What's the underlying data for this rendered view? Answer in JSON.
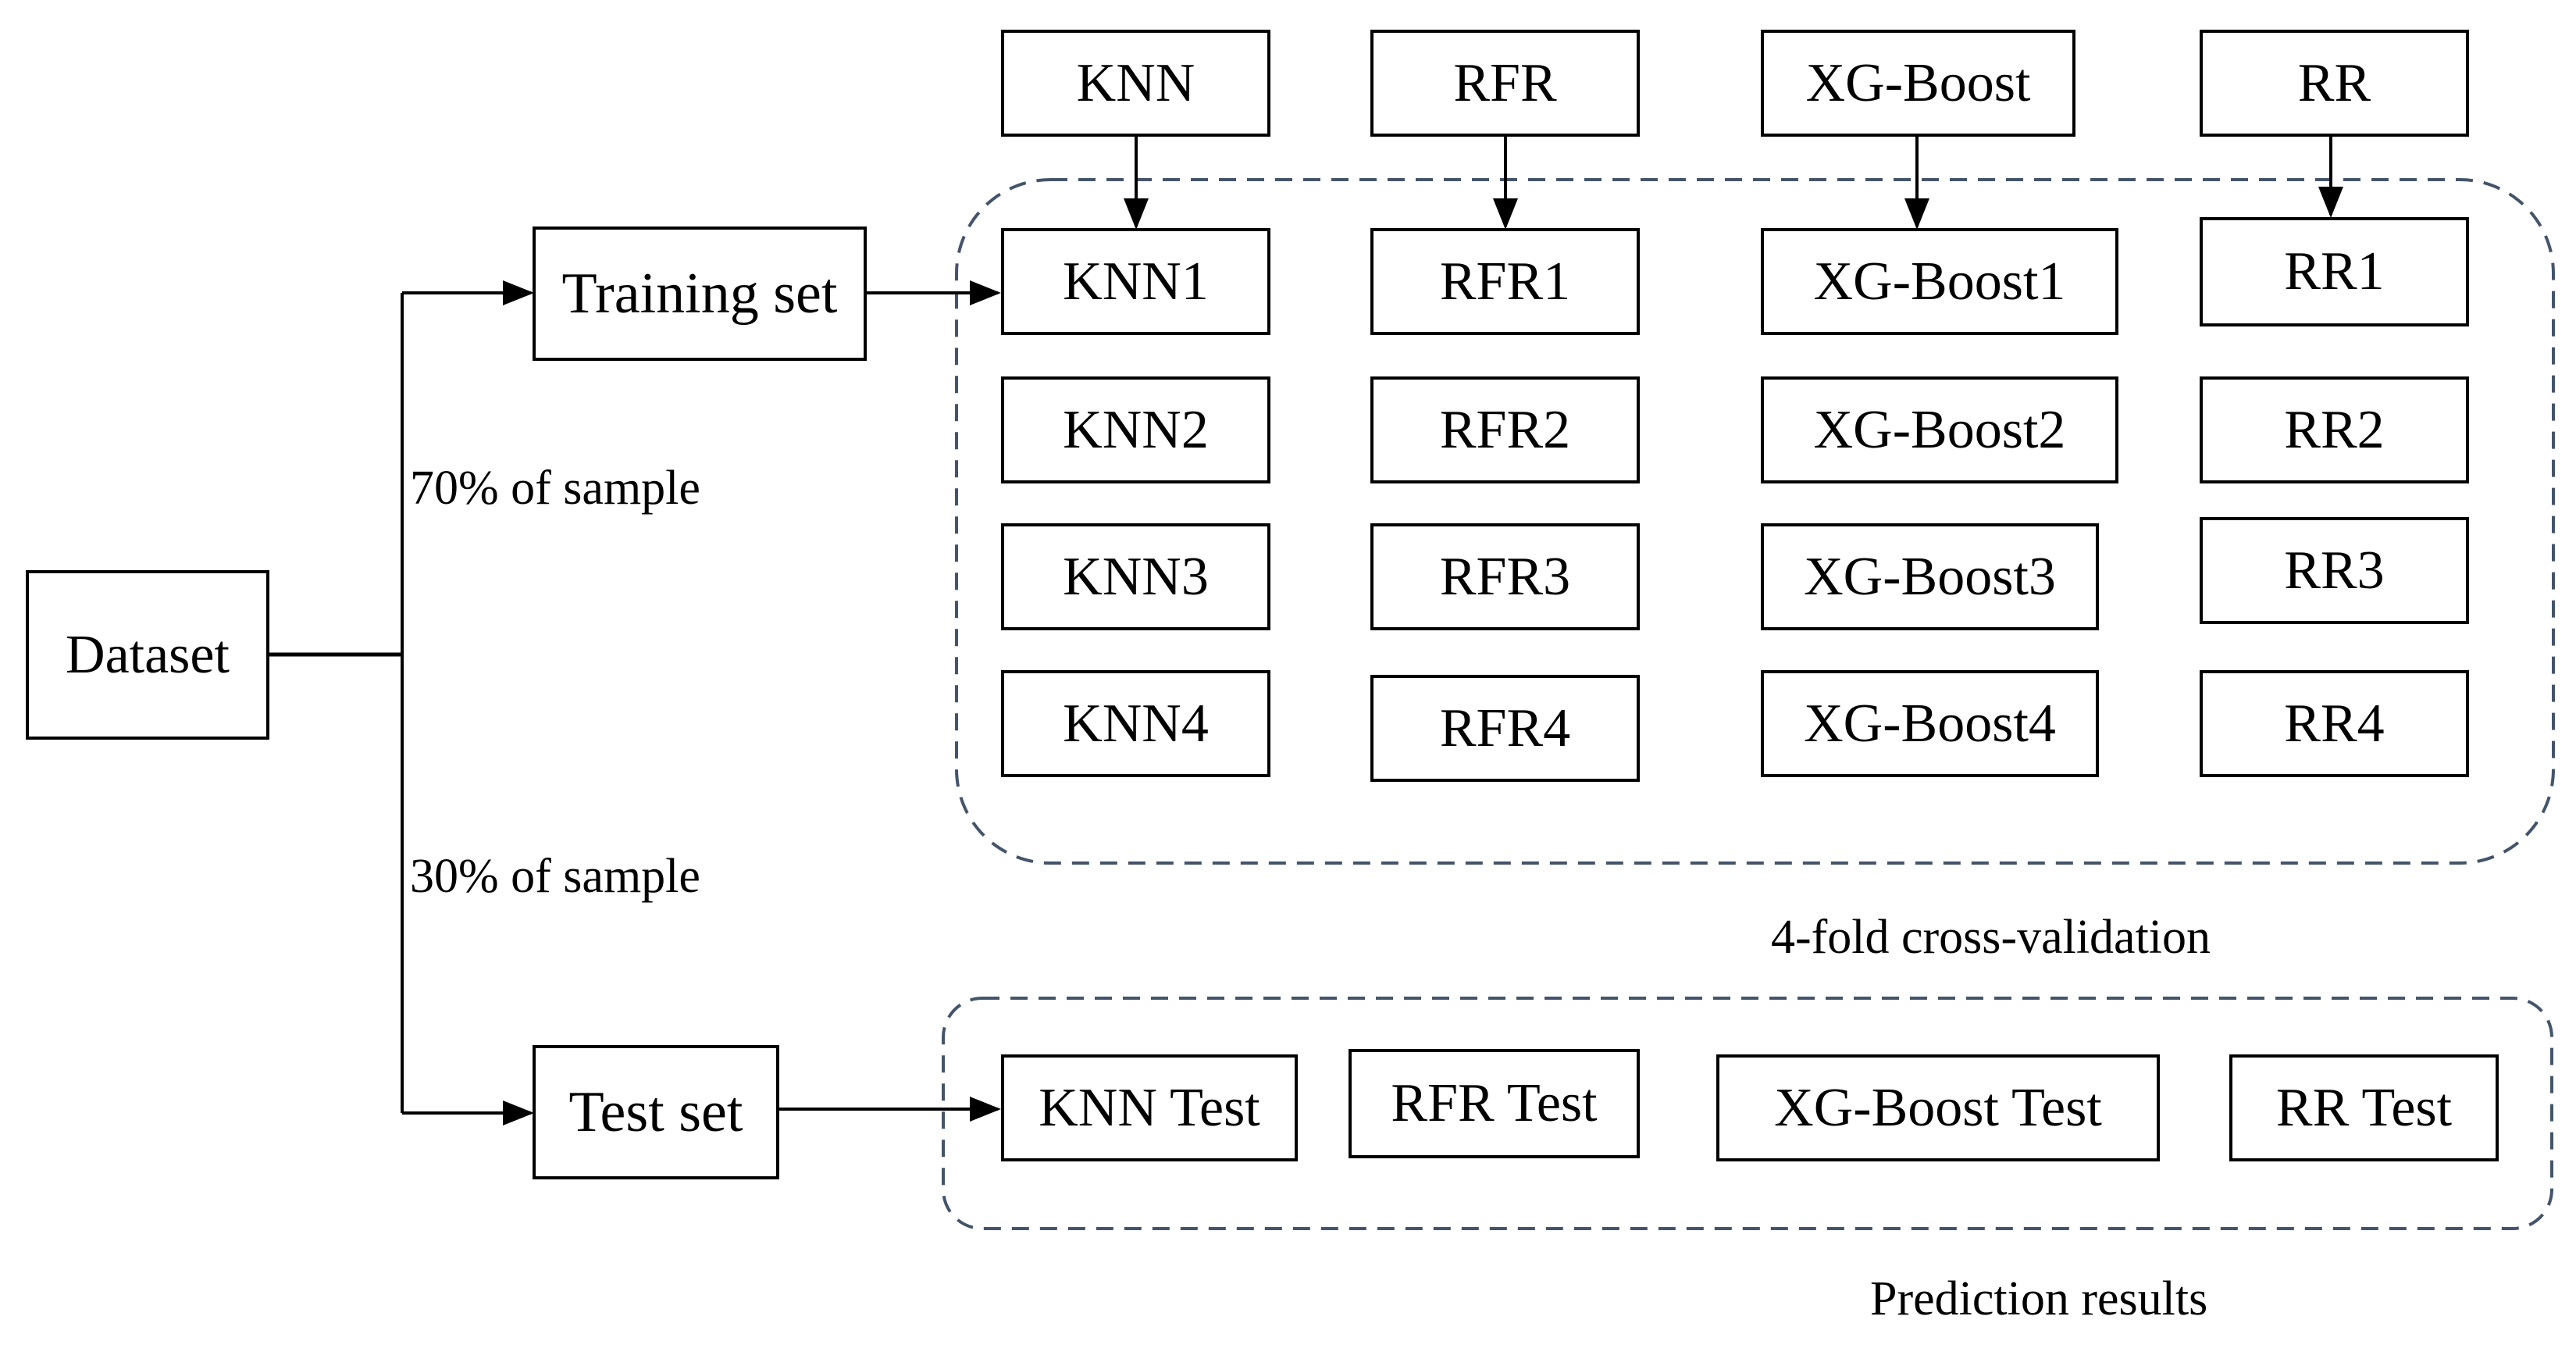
{
  "dataset": "Dataset",
  "training_set": "Training set",
  "test_set": "Test set",
  "split_train": "70% of sample",
  "split_test": "30% of sample",
  "models": [
    "KNN",
    "RFR",
    "XG-Boost",
    "RR"
  ],
  "folds": {
    "knn": [
      "KNN1",
      "KNN2",
      "KNN3",
      "KNN4"
    ],
    "rfr": [
      "RFR1",
      "RFR2",
      "RFR3",
      "RFR4"
    ],
    "xgb": [
      "XG-Boost1",
      "XG-Boost2",
      "XG-Boost3",
      "XG-Boost4"
    ],
    "rr": [
      "RR1",
      "RR2",
      "RR3",
      "RR4"
    ]
  },
  "tests": [
    "KNN Test",
    "RFR Test",
    "XG-Boost Test",
    "RR Test"
  ],
  "cv_caption": "4-fold cross-validation",
  "prediction_caption": "Prediction results",
  "colors": {
    "line": "#000000",
    "dashed_border": "#44546A"
  }
}
